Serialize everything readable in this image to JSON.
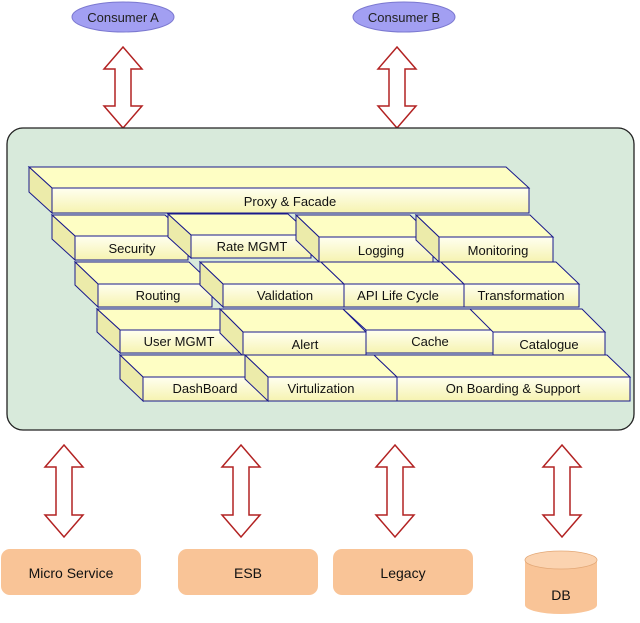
{
  "consumers": [
    {
      "label": "Consumer A",
      "color": "#a29ff2"
    },
    {
      "label": "Consumer B",
      "color": "#a29ff2"
    }
  ],
  "gateway": {
    "panel_color": "#d8eadb",
    "block_color": "#fefec4",
    "rows": [
      [
        "Proxy & Facade"
      ],
      [
        "Security",
        "Rate MGMT",
        "Logging",
        "Monitoring"
      ],
      [
        "Routing",
        "Validation",
        "API Life Cycle",
        "Transformation"
      ],
      [
        "User MGMT",
        "Alert",
        "Cache",
        "Catalogue"
      ],
      [
        "DashBoard",
        "Virtulization",
        "On Boarding & Support"
      ]
    ]
  },
  "backends": [
    {
      "label": "Micro Service",
      "shape": "rounded-rect",
      "color": "#f9c497"
    },
    {
      "label": "ESB",
      "shape": "rounded-rect",
      "color": "#f9c497"
    },
    {
      "label": "Legacy",
      "shape": "rounded-rect",
      "color": "#f9c497"
    },
    {
      "label": "DB",
      "shape": "cylinder",
      "color": "#f9c497"
    }
  ],
  "arrow_color": "#b22222"
}
